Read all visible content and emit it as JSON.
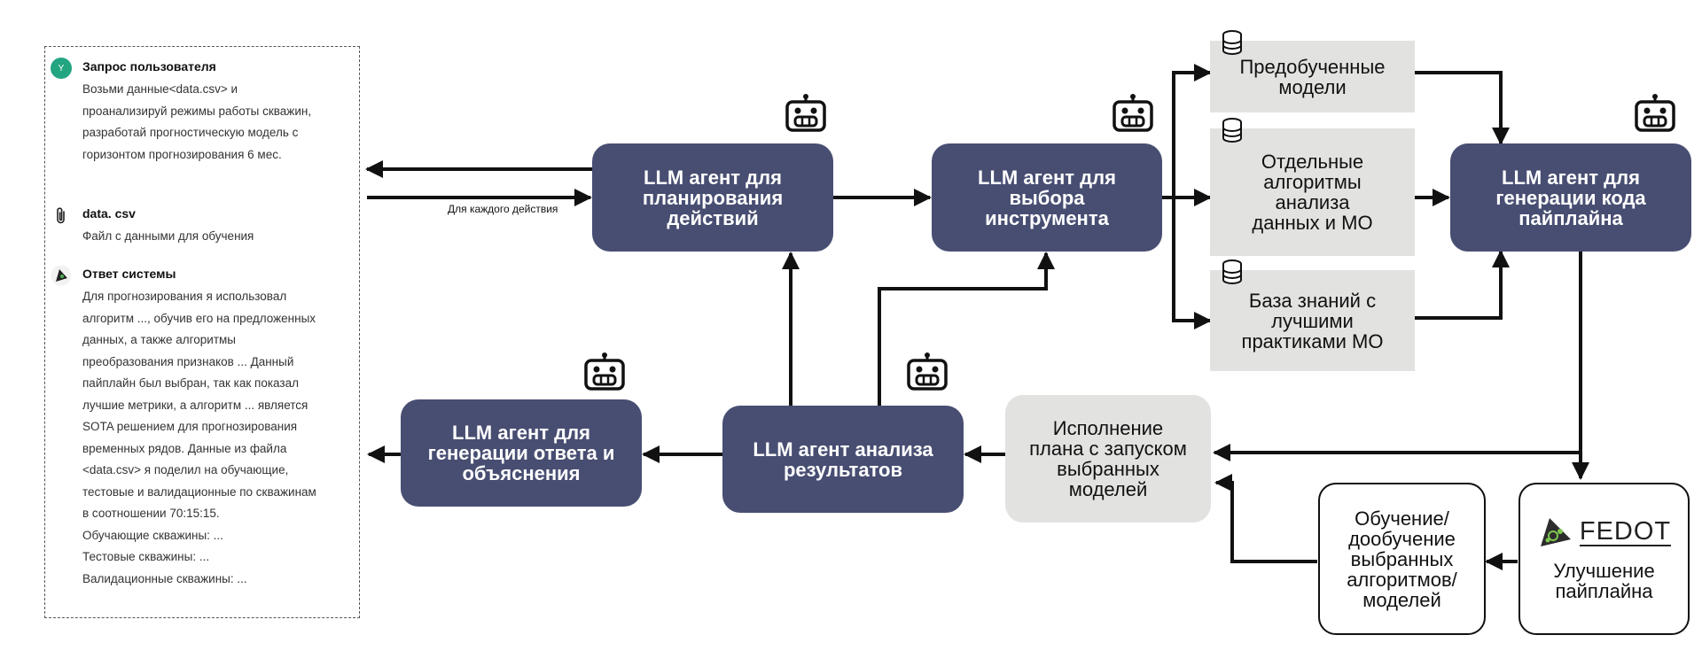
{
  "chat": {
    "user_avatar_letter": "Y",
    "user_title": "Запрос пользователя",
    "user_lines": [
      "Возьми данные<data.csv> и",
      "проанализируй режимы работы скважин,",
      "разработай прогностическую модель с",
      "горизонтом прогнозирования 6 мес."
    ],
    "file_name": "data. csv",
    "file_desc": "Файл с данными для обучения",
    "system_title": "Ответ системы",
    "system_lines": [
      "Для прогнозирования я использовал",
      "алгоритм ..., обучив его на предложенных",
      "данных, а также алгоритмы",
      "преобразования признаков ... Данный",
      "пайплайн был выбран, так как показал",
      "лучшие метрики, а алгоритм ... является",
      "SOTA решением для прогнозирования",
      "временных рядов. Данные из файла",
      "<data.csv> я поделил на обучающие,",
      "тестовые и валидационные по скважинам",
      "в соотношении 70:15:15.",
      "Обучающие скважины: ...",
      "Тестовые скважины: ...",
      "Валидационные скважины: ..."
    ]
  },
  "edge_label": "Для каждого действия",
  "agents": {
    "planning": [
      "LLM агент для",
      "планирования",
      "действий"
    ],
    "tool_select": [
      "LLM агент для",
      "выбора",
      "инструмента"
    ],
    "codegen": [
      "LLM агент для",
      "генерации кода",
      "пайплайна"
    ],
    "answer": [
      "LLM агент для",
      "генерации ответа и",
      "объяснения"
    ],
    "analysis": [
      "LLM агент анализа",
      "результатов"
    ]
  },
  "tools": {
    "pretrained": [
      "Предобученные",
      "модели"
    ],
    "algorithms": [
      "Отдельные",
      "алгоритмы",
      "анализа",
      "данных и МО"
    ],
    "knowledge": [
      "База знаний с",
      "лучшими",
      "практиками МО"
    ]
  },
  "execution": [
    "Исполнение",
    "плана с запуском",
    "выбранных",
    "моделей"
  ],
  "training": [
    "Обучение/",
    "дообучение",
    "выбранных",
    "алгоритмов/",
    "моделей"
  ],
  "fedot": {
    "logo_text": "FEDOT",
    "caption": [
      "Улучшение",
      "пайплайна"
    ]
  },
  "colors": {
    "agent_fill": "#484e72",
    "tool_fill": "#e2e2e1",
    "arrow": "#111111",
    "user_avatar": "#23a582"
  },
  "icons": [
    "robot-icon",
    "database-icon",
    "paperclip-icon",
    "fedot-logo-icon",
    "user-avatar-icon",
    "system-avatar-icon"
  ]
}
